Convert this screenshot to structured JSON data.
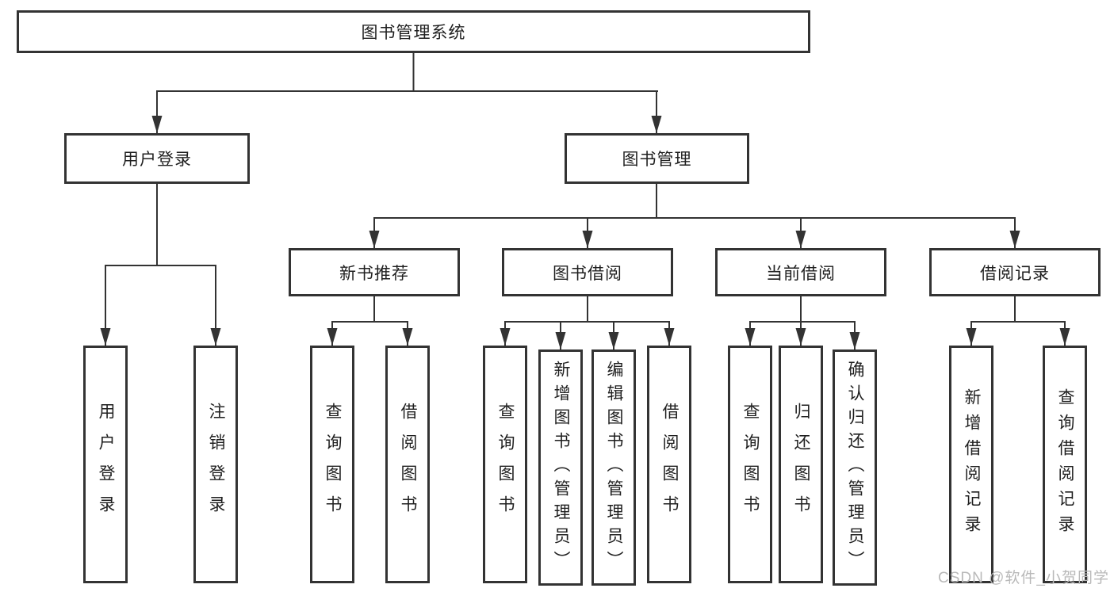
{
  "diagram": {
    "root": {
      "label": "图书管理系统"
    },
    "branches": [
      {
        "label": "用户登录",
        "children": [
          {
            "label": "用户登录"
          },
          {
            "label": "注销登录"
          }
        ]
      },
      {
        "label": "图书管理",
        "children": [
          {
            "label": "新书推荐",
            "children": [
              {
                "label": "查询图书"
              },
              {
                "label": "借阅图书"
              }
            ]
          },
          {
            "label": "图书借阅",
            "children": [
              {
                "label": "查询图书"
              },
              {
                "label": "新增图书（管理员）"
              },
              {
                "label": "编辑图书（管理员）"
              },
              {
                "label": "借阅图书"
              }
            ]
          },
          {
            "label": "当前借阅",
            "children": [
              {
                "label": "查询图书"
              },
              {
                "label": "归还图书"
              },
              {
                "label": "确认归还（管理员）"
              }
            ]
          },
          {
            "label": "借阅记录",
            "children": [
              {
                "label": "新增借阅记录"
              },
              {
                "label": "查询借阅记录"
              }
            ]
          }
        ]
      }
    ]
  },
  "watermark": "CSDN @软件_小贺同学",
  "colors": {
    "line": "#333333",
    "box_border": "#333333",
    "text": "#1f1f1f",
    "watermark_text": "#b9b9b9",
    "background": "#ffffff"
  }
}
